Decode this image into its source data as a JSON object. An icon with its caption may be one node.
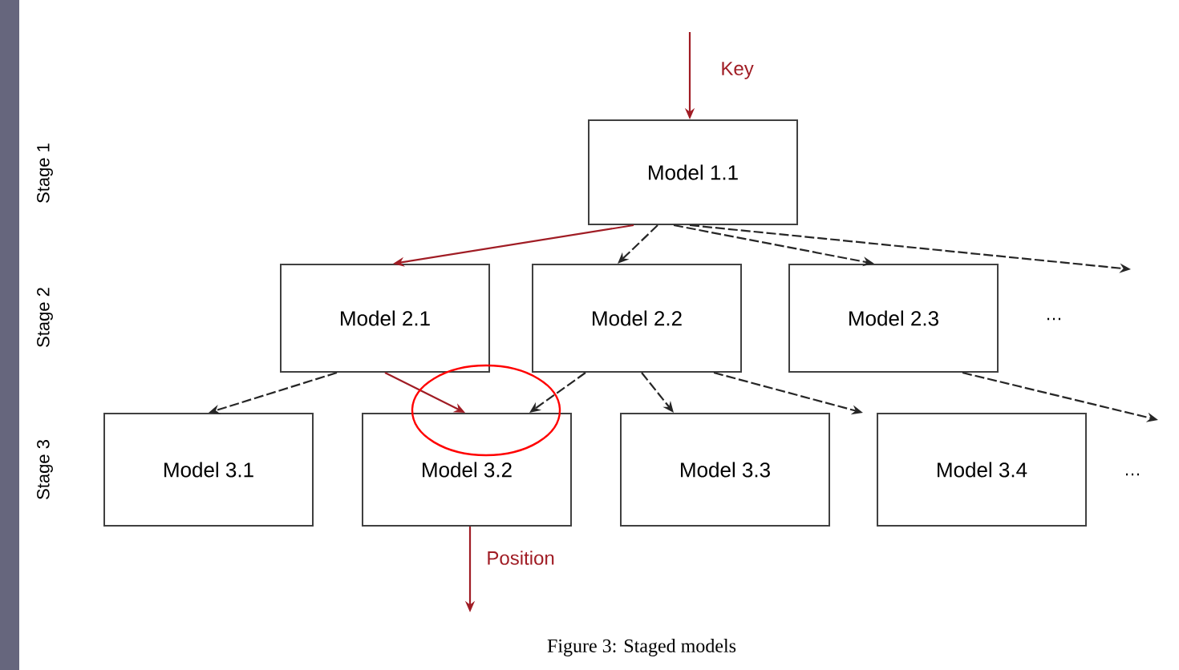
{
  "diagram": {
    "caption": "Figure 3: Staged models",
    "nodes": [
      {
        "text": [
          "Model 1.1"
        ]
      },
      {
        "text": [
          "Model 2.1"
        ]
      },
      {
        "text": [
          "Model 2.2"
        ]
      },
      {
        "text": [
          "Model 2.3"
        ]
      },
      {
        "text": [
          "Model 3.1"
        ]
      },
      {
        "text": [
          "Model 3.2"
        ]
      },
      {
        "text": [
          "Model 3.3"
        ]
      },
      {
        "text": [
          "Model 3.4"
        ]
      }
    ],
    "edges": [
      {
        "from": null,
        "to": 0,
        "arrow": "to",
        "label": "Key",
        "color": "#a01c24"
      },
      {
        "from": 0,
        "to": 1,
        "arrow": "to",
        "color": "#a01c24"
      },
      {
        "from": 0,
        "to": 2,
        "arrow": "to",
        "style": "dashed"
      },
      {
        "from": 0,
        "to": 3,
        "arrow": "to",
        "style": "dashed"
      },
      {
        "from": 0,
        "to": null,
        "arrow": "to",
        "style": "dashed"
      },
      {
        "from": 1,
        "to": 4,
        "arrow": "to",
        "style": "dashed"
      },
      {
        "from": 1,
        "to": 5,
        "arrow": "to",
        "color": "#a01c24"
      },
      {
        "from": 2,
        "to": 5,
        "arrow": "to",
        "style": "dashed"
      },
      {
        "from": 2,
        "to": 6,
        "arrow": "to",
        "style": "dashed"
      },
      {
        "from": 2,
        "to": 7,
        "arrow": "to",
        "style": "dashed"
      },
      {
        "from": 3,
        "to": null,
        "arrow": "to",
        "style": "dashed"
      },
      {
        "from": 5,
        "to": null,
        "arrow": "to",
        "label": "Position",
        "color": "#a01c24"
      }
    ],
    "labels": [
      "Stage 1",
      "Stage 2",
      "Stage 3",
      "…",
      "…"
    ]
  }
}
